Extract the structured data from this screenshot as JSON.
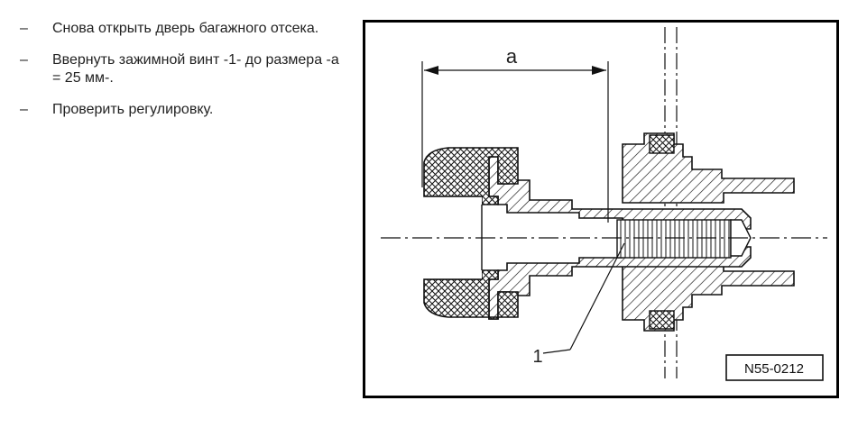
{
  "instructions": [
    {
      "bullet": "–",
      "text": "Снова открыть дверь багажного отсека."
    },
    {
      "bullet": "–",
      "text": "Ввернуть зажимной винт -1- до размера -а = 25 мм-."
    },
    {
      "bullet": "–",
      "text": "Проверить регулировку."
    }
  ],
  "figure": {
    "dimension_label": "a",
    "callout_label": "1",
    "figure_code": "N55-0212"
  },
  "colors": {
    "ink": "#222222",
    "frame": "#000000",
    "background": "#ffffff"
  }
}
